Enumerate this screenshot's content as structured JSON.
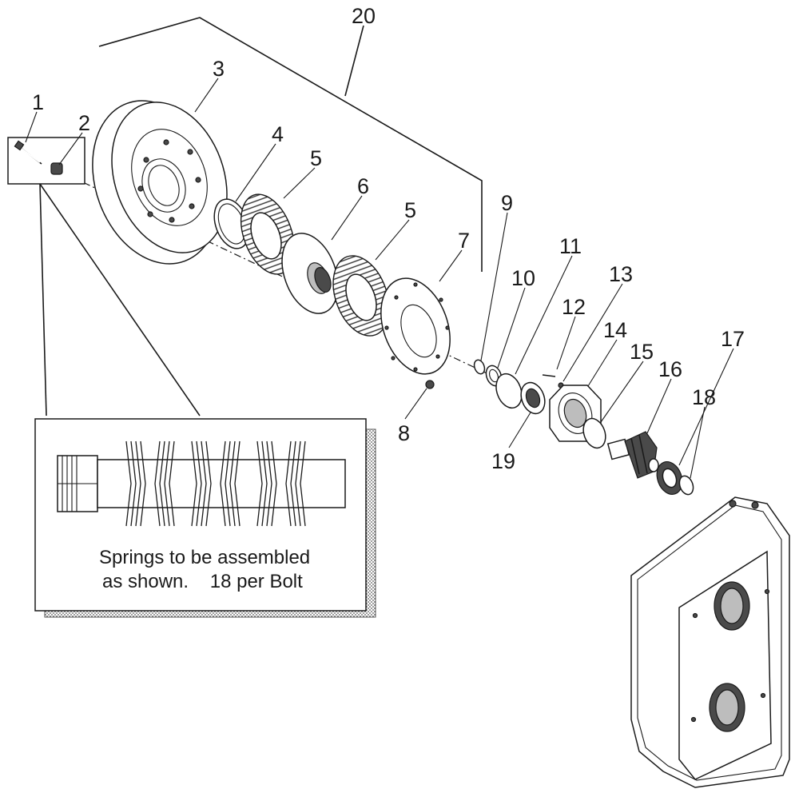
{
  "callouts": {
    "c1": "1",
    "c2": "2",
    "c3": "3",
    "c4": "4",
    "c5a": "5",
    "c5b": "5",
    "c6": "6",
    "c7": "7",
    "c8": "8",
    "c9": "9",
    "c10": "10",
    "c11": "11",
    "c12": "12",
    "c13": "13",
    "c14": "14",
    "c15": "15",
    "c16": "16",
    "c17": "17",
    "c18": "18",
    "c19": "19",
    "c20": "20"
  },
  "inset": {
    "note_line1": "Springs to be assembled",
    "note_line2": "as shown.    18 per Bolt"
  },
  "colors": {
    "ink": "#1a1a1a",
    "shadow": "#8a8a8a",
    "background": "#ffffff"
  }
}
